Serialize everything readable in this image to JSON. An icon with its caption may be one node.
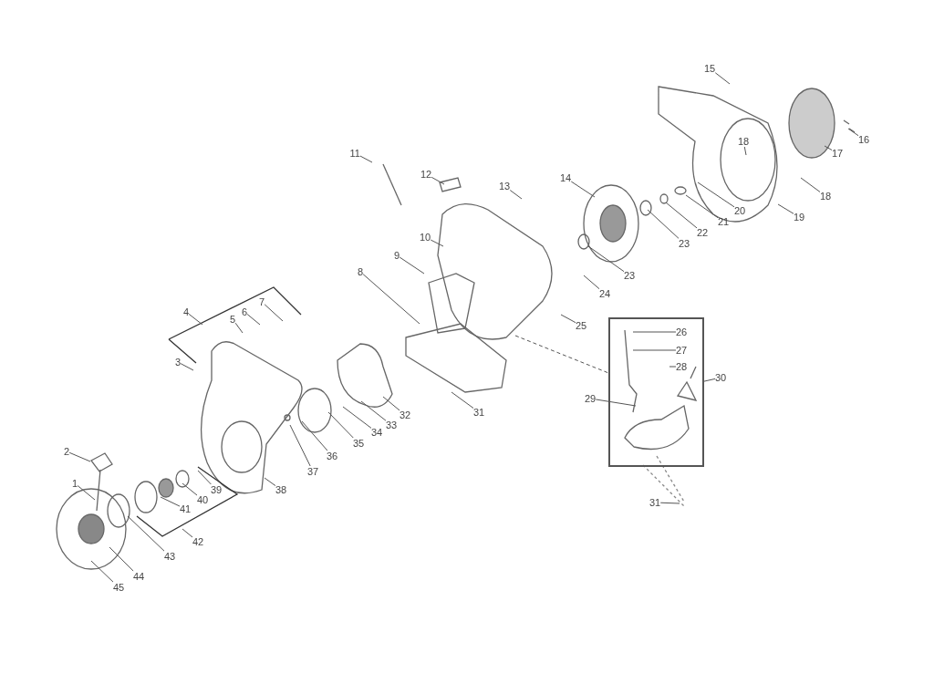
{
  "diagram": {
    "nodes": [
      {
        "text": [
          "1"
        ]
      },
      {
        "text": [
          "2"
        ]
      },
      {
        "text": [
          "3"
        ]
      },
      {
        "text": [
          "4"
        ]
      },
      {
        "text": [
          "5"
        ]
      },
      {
        "text": [
          "6"
        ]
      },
      {
        "text": [
          "7"
        ]
      },
      {
        "text": [
          "8"
        ]
      },
      {
        "text": [
          "9"
        ]
      },
      {
        "text": [
          "10"
        ]
      },
      {
        "text": [
          "11"
        ]
      },
      {
        "text": [
          "12"
        ]
      },
      {
        "text": [
          "13"
        ]
      },
      {
        "text": [
          "14"
        ]
      },
      {
        "text": [
          "15"
        ]
      },
      {
        "text": [
          "16"
        ]
      },
      {
        "text": [
          "17"
        ]
      },
      {
        "text": [
          "18"
        ]
      },
      {
        "text": [
          "18"
        ]
      },
      {
        "text": [
          "19"
        ]
      },
      {
        "text": [
          "20"
        ]
      },
      {
        "text": [
          "21"
        ]
      },
      {
        "text": [
          "22"
        ]
      },
      {
        "text": [
          "23"
        ]
      },
      {
        "text": [
          "23"
        ]
      },
      {
        "text": [
          "24"
        ]
      },
      {
        "text": [
          "25"
        ]
      },
      {
        "text": [],
        "shape": "box"
      },
      {
        "text": [
          "26"
        ],
        "in": 27
      },
      {
        "text": [
          "27"
        ],
        "in": 27
      },
      {
        "text": [
          "28"
        ],
        "in": 27
      },
      {
        "text": [
          "29"
        ]
      },
      {
        "text": [
          "30"
        ]
      },
      {
        "text": [
          "31"
        ]
      },
      {
        "text": [
          "31"
        ]
      },
      {
        "text": [
          "32"
        ]
      },
      {
        "text": [
          "33"
        ]
      },
      {
        "text": [
          "34"
        ]
      },
      {
        "text": [
          "35"
        ]
      },
      {
        "text": [
          "36"
        ]
      },
      {
        "text": [
          "37"
        ]
      },
      {
        "text": [
          "38"
        ]
      },
      {
        "text": [
          "39"
        ]
      },
      {
        "text": [
          "40"
        ]
      },
      {
        "text": [
          "41"
        ]
      },
      {
        "text": [
          "42"
        ]
      },
      {
        "text": [
          "43"
        ]
      },
      {
        "text": [
          "44"
        ]
      },
      {
        "text": [
          "45"
        ]
      }
    ],
    "edges": [
      {
        "from": 0,
        "to": null,
        "arrow": "none"
      },
      {
        "from": 1,
        "to": null,
        "arrow": "none"
      },
      {
        "from": 2,
        "to": null,
        "arrow": "none"
      },
      {
        "from": 3,
        "to": null,
        "arrow": "none"
      },
      {
        "from": 4,
        "to": null,
        "arrow": "none"
      },
      {
        "from": 5,
        "to": null,
        "arrow": "none"
      },
      {
        "from": 6,
        "to": null,
        "arrow": "none"
      },
      {
        "from": 7,
        "to": null,
        "arrow": "none"
      },
      {
        "from": 8,
        "to": null,
        "arrow": "none"
      },
      {
        "from": 9,
        "to": null,
        "arrow": "none"
      },
      {
        "from": 10,
        "to": null,
        "arrow": "none"
      },
      {
        "from": 11,
        "to": null,
        "arrow": "none"
      },
      {
        "from": 12,
        "to": null,
        "arrow": "none"
      },
      {
        "from": 13,
        "to": null,
        "arrow": "none"
      },
      {
        "from": 14,
        "to": null,
        "arrow": "none"
      },
      {
        "from": 15,
        "to": null,
        "arrow": "none"
      },
      {
        "from": 16,
        "to": null,
        "arrow": "none"
      },
      {
        "from": 17,
        "to": null,
        "arrow": "none"
      },
      {
        "from": 18,
        "to": null,
        "arrow": "none"
      },
      {
        "from": 19,
        "to": null,
        "arrow": "none"
      },
      {
        "from": 20,
        "to": null,
        "arrow": "none"
      },
      {
        "from": 21,
        "to": null,
        "arrow": "none"
      },
      {
        "from": 22,
        "to": null,
        "arrow": "none"
      },
      {
        "from": 23,
        "to": null,
        "arrow": "none"
      },
      {
        "from": 24,
        "to": null,
        "arrow": "none"
      },
      {
        "from": 25,
        "to": null,
        "arrow": "none"
      },
      {
        "from": 26,
        "to": null,
        "arrow": "none"
      },
      {
        "from": 28,
        "to": null,
        "arrow": "none"
      },
      {
        "from": 29,
        "to": null,
        "arrow": "none"
      },
      {
        "from": 30,
        "to": null,
        "arrow": "none"
      },
      {
        "from": 31,
        "to": null,
        "arrow": "none"
      },
      {
        "from": 32,
        "to": 27,
        "arrow": "none"
      },
      {
        "from": null,
        "to": 27,
        "arrow": "none",
        "style": "dashed"
      },
      {
        "from": 33,
        "to": null,
        "arrow": "none"
      },
      {
        "from": 34,
        "to": null,
        "arrow": "none"
      },
      {
        "from": 35,
        "to": null,
        "arrow": "none"
      },
      {
        "from": 36,
        "to": null,
        "arrow": "none"
      },
      {
        "from": 37,
        "to": null,
        "arrow": "none"
      },
      {
        "from": 38,
        "to": null,
        "arrow": "none"
      },
      {
        "from": 39,
        "to": null,
        "arrow": "none"
      },
      {
        "from": 40,
        "to": null,
        "arrow": "none"
      },
      {
        "from": 41,
        "to": null,
        "arrow": "none"
      },
      {
        "from": 42,
        "to": null,
        "arrow": "none"
      },
      {
        "from": 43,
        "to": null,
        "arrow": "none"
      },
      {
        "from": 44,
        "to": null,
        "arrow": "none"
      },
      {
        "from": 45,
        "to": null,
        "arrow": "none"
      },
      {
        "from": 46,
        "to": null,
        "arrow": "none"
      },
      {
        "from": 47,
        "to": null,
        "arrow": "none"
      },
      {
        "from": 48,
        "to": null,
        "arrow": "none"
      }
    ]
  }
}
